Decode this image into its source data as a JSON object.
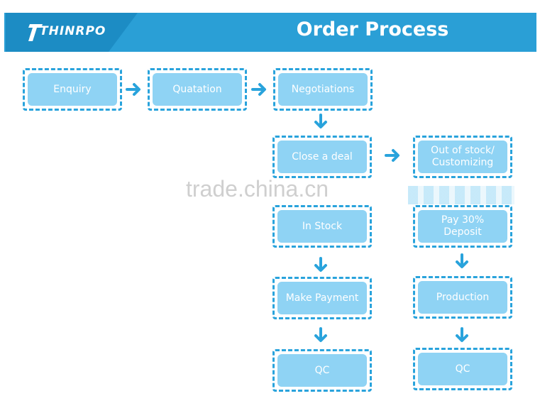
{
  "header": {
    "logo_text": "THINRPO",
    "title": "Order Process",
    "accent_color": "#2a9fd6"
  },
  "nodes": {
    "enquiry": "Enquiry",
    "quatation": "Quatation",
    "negotiations": "Negotiations",
    "close_deal": "Close a deal",
    "out_of_stock": "Out of stock/\nCustomizing",
    "in_stock": "In Stock",
    "pay_deposit": "Pay 30%\nDeposit",
    "make_payment": "Make Payment",
    "production": "Production",
    "qc_left": "QC",
    "qc_right": "QC"
  },
  "watermark": "trade.china.cn",
  "icons": {
    "arrow": "arrow-icon"
  }
}
